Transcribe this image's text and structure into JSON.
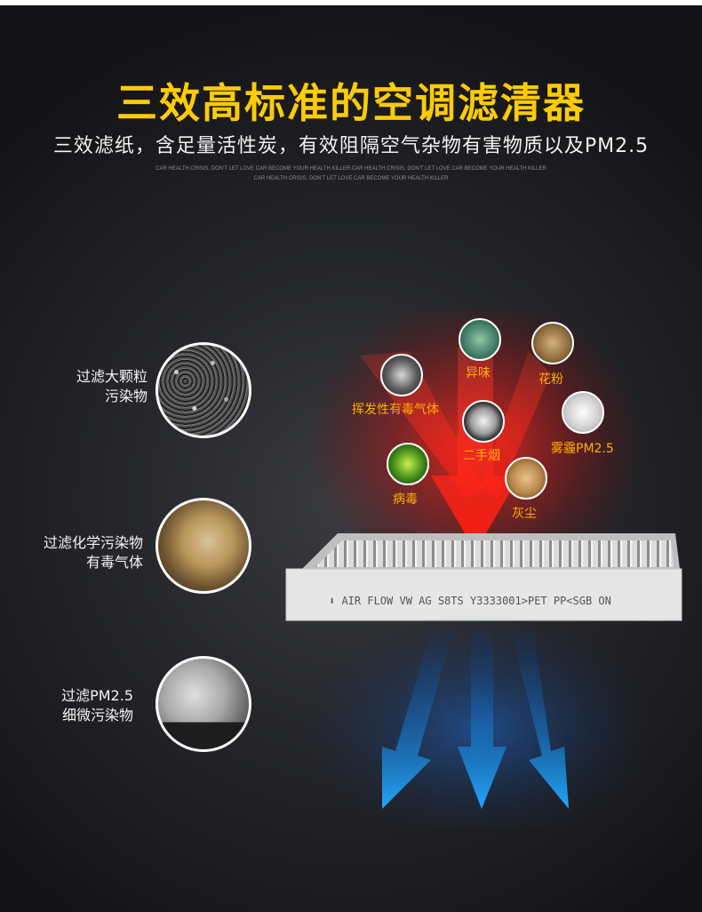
{
  "header": {
    "title": "三效高标准的空调滤清器",
    "subtitle": "三效滤纸，含足量活性炭，有效阻隔空气杂物有害物质以及PM2.5",
    "tagline_line1": "CAR HEALTH CRISIS, DON'T LET LOVE CAR BECOME YOUR HEALTH KILLER.CAR HEALTH CRISIS, DON'T LET LOVE CAR BECOME YOUR HEALTH KILLER",
    "tagline_line2": "CAR HEALTH CRISIS, DON'T LET LOVE CAR BECOME YOUR HEALTH KILLER"
  },
  "features": [
    {
      "line1": "过滤大颗粒",
      "line2": "污染物",
      "icon": "gravel-icon"
    },
    {
      "line1": "过滤化学污染物",
      "line2": "有毒气体",
      "icon": "dust-cloud-icon"
    },
    {
      "line1": "过滤PM2.5",
      "line2": "细微污染物",
      "icon": "smog-icon"
    }
  ],
  "pollutants": [
    {
      "label": "挥发性有毒气体",
      "icon": "gas-icon"
    },
    {
      "label": "异味",
      "icon": "bacteria-icon"
    },
    {
      "label": "花粉",
      "icon": "pollen-icon"
    },
    {
      "label": "二手烟",
      "icon": "smoke-icon"
    },
    {
      "label": "雾霾PM2.5",
      "icon": "haze-icon"
    },
    {
      "label": "病毒",
      "icon": "virus-icon"
    },
    {
      "label": "灰尘",
      "icon": "dust-icon"
    }
  ],
  "filter": {
    "print_text": "⬇ AIR FLOW VW AG S8TS Y3333001>PET PP<SGB ON"
  },
  "colors": {
    "title": "#ffcc00",
    "pollutant_label": "#ffb000",
    "dirty_air_arrow": "#e01818",
    "clean_air_arrow": "#1aa0ff"
  }
}
